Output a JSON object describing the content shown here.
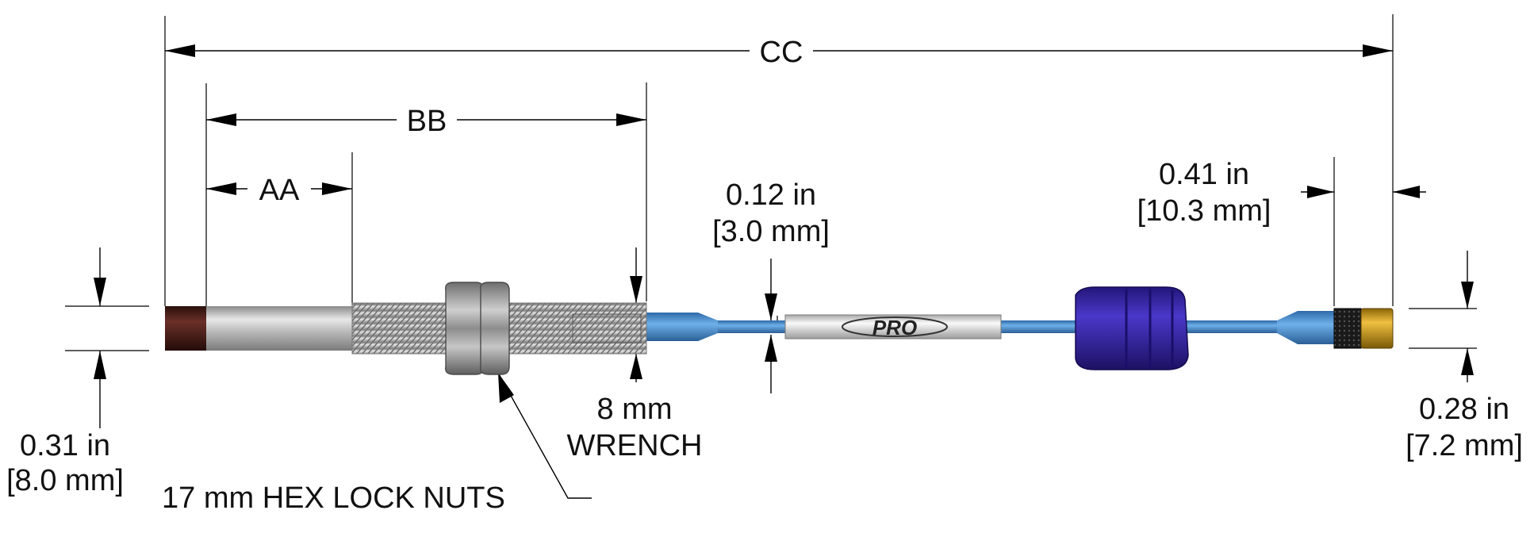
{
  "dimensions": {
    "overall_length": "CC",
    "nut_clearance": "BB",
    "thread_start": "AA"
  },
  "callouts": {
    "probe_diameter": {
      "line1": "0.31 in",
      "line2": "[8.0 mm]"
    },
    "wrench": {
      "line1": "8 mm",
      "line2": "WRENCH"
    },
    "cable_diameter": {
      "line1": "0.12 in",
      "line2": "[3.0 mm]"
    },
    "connector_length": {
      "line1": "0.41 in",
      "line2": "[10.3 mm]"
    },
    "connector_diameter": {
      "line1": "0.28 in",
      "line2": "[7.2 mm]"
    },
    "lock_nuts": "17 mm HEX LOCK NUTS"
  },
  "logo": {
    "text": "PRO"
  },
  "colors": {
    "cable": "#4a8fd0",
    "sleeve": "#d9d9d9",
    "tip": "#4a1f1a",
    "boot": "#3b2ab0",
    "connector": "#d4a017",
    "steel": "#b8b8b8"
  }
}
